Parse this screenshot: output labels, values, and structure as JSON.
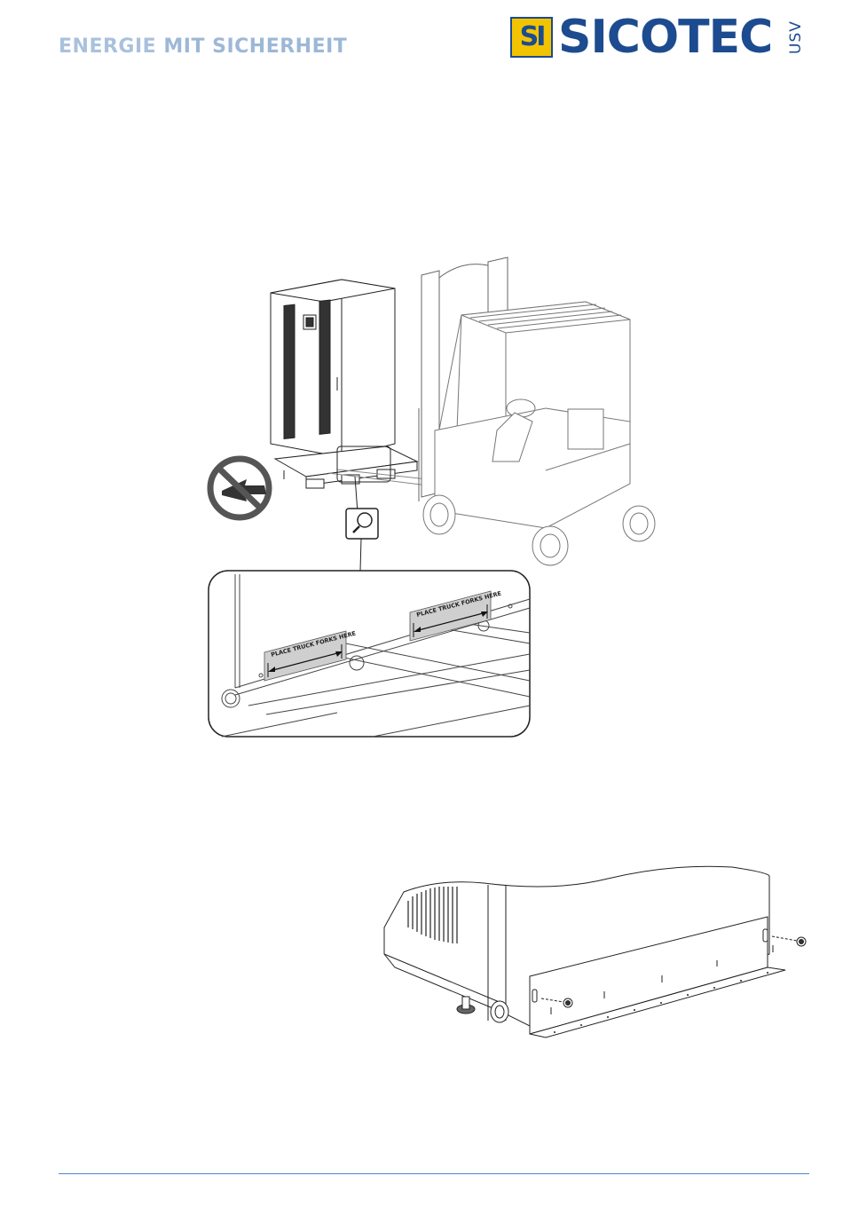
{
  "header": {
    "tagline_part1": "ENERGIE",
    "tagline_part2": "MIT SICHERHEIT",
    "logo_mark": "SI",
    "logo_word": "SICOTEC",
    "logo_suffix": "USV"
  },
  "figure_forklift": {
    "label_left": "PLACE TRUCK FORKS HERE",
    "label_right": "PLACE TRUCK FORKS HERE",
    "prohibition_icon": "no-push-icon",
    "zoom_icon": "magnifier-icon"
  },
  "figure_bracket": {
    "description_icon": "bracket-assembly-drawing"
  },
  "colors": {
    "brand_blue": "#1d4b8f",
    "brand_yellow": "#f2c300",
    "tagline": "#9db8d6",
    "footer_line": "#4f87c6"
  }
}
